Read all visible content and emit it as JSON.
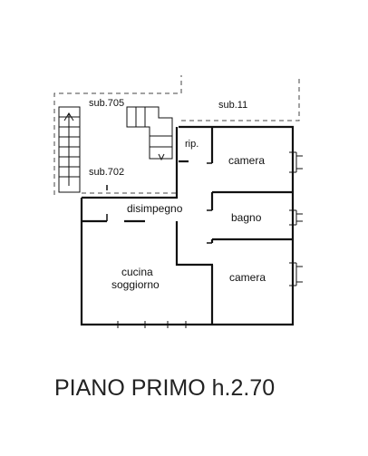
{
  "plan": {
    "title": "PIANO PRIMO h.2.70",
    "labels": {
      "sub705": "sub.705",
      "sub11": "sub.11",
      "sub702": "sub.702",
      "rip": "rip.",
      "camera_top": "camera",
      "disimpegno": "disimpegno",
      "bagno": "bagno",
      "cucina": "cucina",
      "soggiorno": "soggiorno",
      "camera_bottom": "camera"
    }
  }
}
